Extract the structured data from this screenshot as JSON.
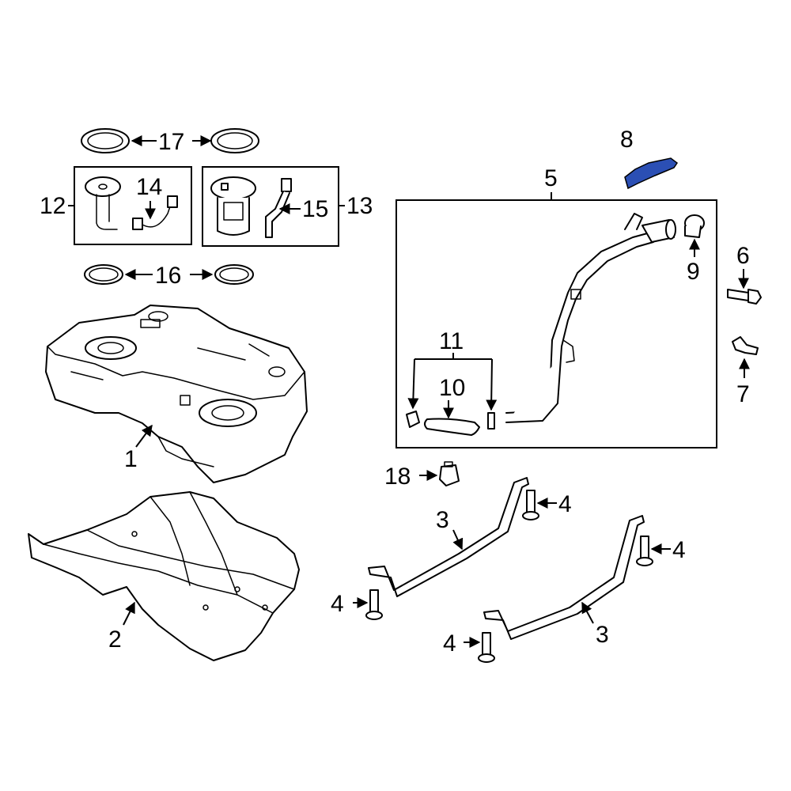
{
  "diagram": {
    "highlight_color": "#2b4fb4",
    "callouts": {
      "c1": "1",
      "c2": "2",
      "c3a": "3",
      "c3b": "3",
      "c4a": "4",
      "c4b": "4",
      "c4c": "4",
      "c4d": "4",
      "c5": "5",
      "c6": "6",
      "c7": "7",
      "c8": "8",
      "c9": "9",
      "c10": "10",
      "c11": "11",
      "c12": "12",
      "c13": "13",
      "c14": "14",
      "c15": "15",
      "c16": "16",
      "c17": "17",
      "c18": "18"
    }
  }
}
